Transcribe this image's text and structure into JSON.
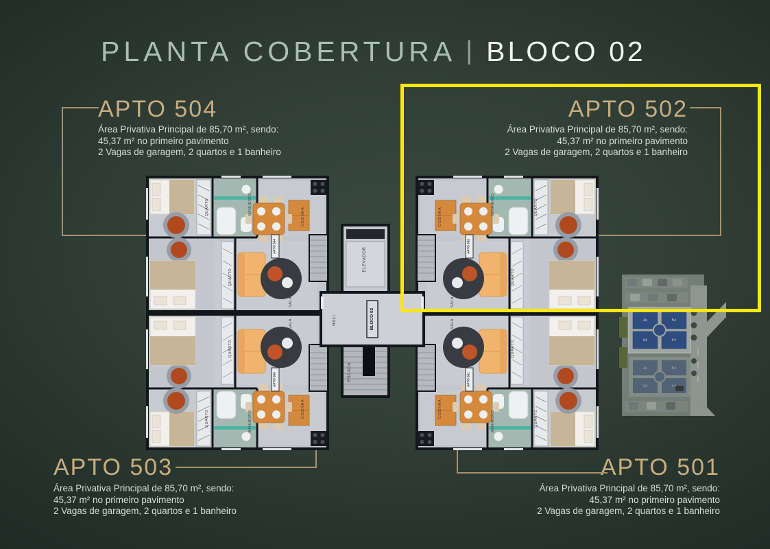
{
  "title": {
    "left": "PLANTA COBERTURA",
    "separator": "|",
    "right": "BLOCO 02"
  },
  "apartments": {
    "a504": {
      "name": "APTO 504",
      "lines": [
        "Área Privativa Principal de 85,70 m², sendo:",
        "45,37 m² no primeiro pavimento",
        "2 Vagas de garagem, 2 quartos e 1 banheiro"
      ]
    },
    "a502": {
      "name": "APTO 502",
      "lines": [
        "Área Privativa Principal de 85,70 m², sendo:",
        "45,37 m² no primeiro pavimento",
        "2 Vagas de garagem, 2 quartos e 1 banheiro"
      ]
    },
    "a503": {
      "name": "APTO 503",
      "lines": [
        "Área Privativa Principal de 85,70 m², sendo:",
        "45,37 m² no primeiro pavimento",
        "2 Vagas de garagem, 2 quartos e 1 banheiro"
      ]
    },
    "a501": {
      "name": "APTO 501",
      "lines": [
        "Área Privativa Principal de 85,70 m², sendo:",
        "45,37 m² no primeiro pavimento",
        "2 Vagas de garagem, 2 quartos e 1 banheiro"
      ]
    }
  },
  "floor_plan": {
    "core": {
      "elevator": "ELEVADOR",
      "hall": "HALL",
      "block_label": "BLOCO 02",
      "stairs": "ESCADA"
    },
    "room_labels": {
      "bedroom": "QUARTO",
      "bathroom": "BANHEIRO",
      "kitchen": "COZINHA",
      "living": "SALA"
    },
    "unit_tags": {
      "tl": "APTO 504",
      "tr": "APTO 502",
      "bl": "APTO 503",
      "br": "APTO 501"
    }
  },
  "site_map": {
    "active_block": [
      "4",
      "2",
      "3",
      "1"
    ],
    "other_block": [
      "4",
      "2",
      "3",
      "1"
    ]
  },
  "colors": {
    "highlight": "#fbe70c",
    "accent": "#c9ad7e"
  }
}
